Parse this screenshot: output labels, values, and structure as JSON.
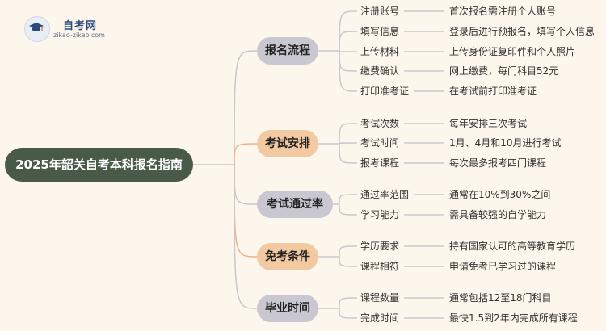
{
  "logo": {
    "title": "自考网",
    "url_text": "zikao-zikao.com"
  },
  "root": {
    "label": "2025年韶关自考本科报名指南"
  },
  "branches": [
    {
      "label": "报名流程",
      "items": [
        {
          "key": "注册账号",
          "value": "首次报名需注册个人账号"
        },
        {
          "key": "填写信息",
          "value": "登录后进行预报名，填写个人信息"
        },
        {
          "key": "上传材料",
          "value": "上传身份证复印件和个人照片"
        },
        {
          "key": "缴费确认",
          "value": "网上缴费，每门科目52元"
        },
        {
          "key": "打印准考证",
          "value": "在考试前打印准考证"
        }
      ]
    },
    {
      "label": "考试安排",
      "items": [
        {
          "key": "考试次数",
          "value": "每年安排三次考试"
        },
        {
          "key": "考试时间",
          "value": "1月、4月和10月进行考试"
        },
        {
          "key": "报考课程",
          "value": "每次最多报考四门课程"
        }
      ]
    },
    {
      "label": "考试通过率",
      "items": [
        {
          "key": "通过率范围",
          "value": "通常在10%到30%之间"
        },
        {
          "key": "学习能力",
          "value": "需具备较强的自学能力"
        }
      ]
    },
    {
      "label": "免考条件",
      "items": [
        {
          "key": "学历要求",
          "value": "持有国家认可的高等教育学历"
        },
        {
          "key": "课程相符",
          "value": "申请免考已学习过的课程"
        }
      ]
    },
    {
      "label": "毕业时间",
      "items": [
        {
          "key": "课程数量",
          "value": "通常包括12至18门科目"
        },
        {
          "key": "完成时间",
          "value": "最快1.5到2年内完成所有课程"
        }
      ]
    }
  ],
  "colors": {
    "root": "#4a5a49",
    "branch_grey": "#c9c7cf",
    "branch_orange": "#f2c9a0",
    "line": "#c9c7cf",
    "line_orange": "#e8b488",
    "background": "#fdf6ec"
  }
}
